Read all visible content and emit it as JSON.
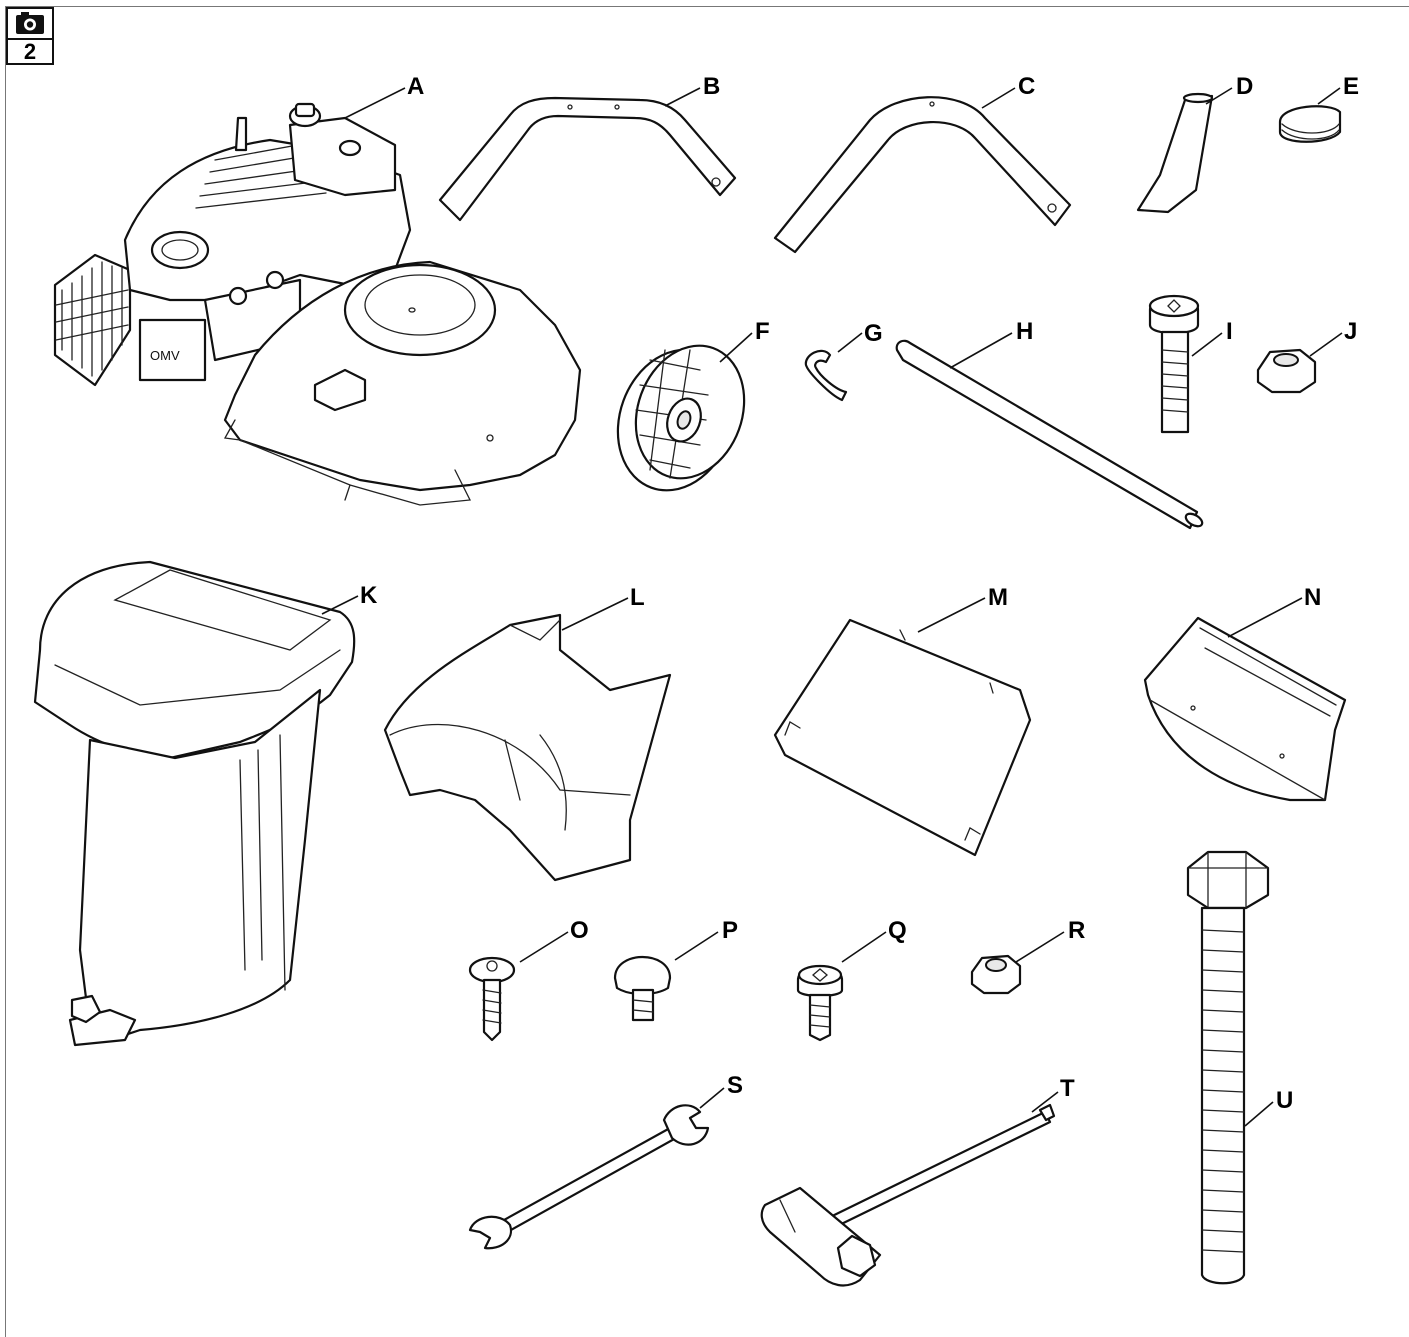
{
  "figure": {
    "camera_icon": "camera-icon",
    "number": "2"
  },
  "parts": [
    {
      "key": "A",
      "label": "A"
    },
    {
      "key": "B",
      "label": "B"
    },
    {
      "key": "C",
      "label": "C"
    },
    {
      "key": "D",
      "label": "D"
    },
    {
      "key": "E",
      "label": "E"
    },
    {
      "key": "F",
      "label": "F"
    },
    {
      "key": "G",
      "label": "G"
    },
    {
      "key": "H",
      "label": "H"
    },
    {
      "key": "I",
      "label": "I"
    },
    {
      "key": "J",
      "label": "J"
    },
    {
      "key": "K",
      "label": "K"
    },
    {
      "key": "L",
      "label": "L"
    },
    {
      "key": "M",
      "label": "M"
    },
    {
      "key": "N",
      "label": "N"
    },
    {
      "key": "O",
      "label": "O"
    },
    {
      "key": "P",
      "label": "P"
    },
    {
      "key": "Q",
      "label": "Q"
    },
    {
      "key": "R",
      "label": "R"
    },
    {
      "key": "S",
      "label": "S"
    },
    {
      "key": "T",
      "label": "T"
    },
    {
      "key": "U",
      "label": "U"
    }
  ],
  "engine_text": "OMV"
}
